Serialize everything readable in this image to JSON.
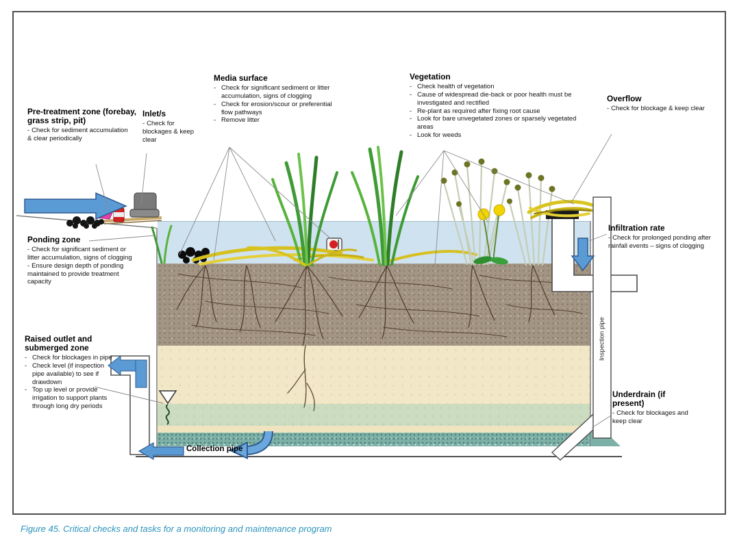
{
  "figure": {
    "caption": "Figure 45. Critical checks and tasks for a monitoring and maintenance program"
  },
  "annotations": {
    "pretreatment": {
      "title": "Pre-treatment zone (forebay, grass strip, pit)",
      "items": [
        "Check for sediment accumulation & clear periodically"
      ]
    },
    "inlets": {
      "title": "Inlet/s",
      "items": [
        "Check for blockages & keep clear"
      ]
    },
    "media_surface": {
      "title": "Media surface",
      "items": [
        "Check for significant sediment or litter  accumulation, signs of clogging",
        "Check for erosion/scour or preferential flow pathways",
        "Remove litter"
      ]
    },
    "vegetation": {
      "title": "Vegetation",
      "items": [
        "Check health of vegetation",
        "Cause of widespread die-back or poor health must be investigated and rectified",
        "Re-plant as required after fixing root cause",
        "Look for bare unvegetated zones or sparsely vegetated areas",
        "Look for weeds"
      ]
    },
    "overflow": {
      "title": "Overflow",
      "items": [
        "Check for blockage & keep clear"
      ]
    },
    "infiltration_rate": {
      "title": "Infiltration rate",
      "items": [
        "Check for prolonged ponding after rainfall events – signs of clogging"
      ]
    },
    "ponding_zone": {
      "title": "Ponding zone",
      "items": [
        "Check for significant sediment or litter  accumulation, signs of clogging",
        "Ensure design depth of ponding maintained to provide treatment capacity"
      ]
    },
    "raised_outlet": {
      "title": "Raised outlet and submerged zone",
      "items": [
        "Check for blockages in pipe",
        "Check level (if inspection pipe available) to see if drawdown",
        "Top up level or provide irrigation to support plants through long dry periods"
      ]
    },
    "underdrain": {
      "title": "Underdrain (if present)",
      "items": [
        "Check for blockages and keep clear"
      ]
    }
  },
  "diagram": {
    "collection_pipe_label": "Collection pipe",
    "inspection_pipe_label": "Inspection pipe"
  },
  "colors": {
    "caption_text": "#2a93ba",
    "ponding_water": "#cfe2ef",
    "filter_media": "#a39584",
    "sand_layer": "#f2e7c6",
    "submerged_zone": "#cbdcc1",
    "gravel_layer": "#7db1a8",
    "arrow_blue": "#5b9bd5",
    "pipe_white": "#ffffff"
  }
}
